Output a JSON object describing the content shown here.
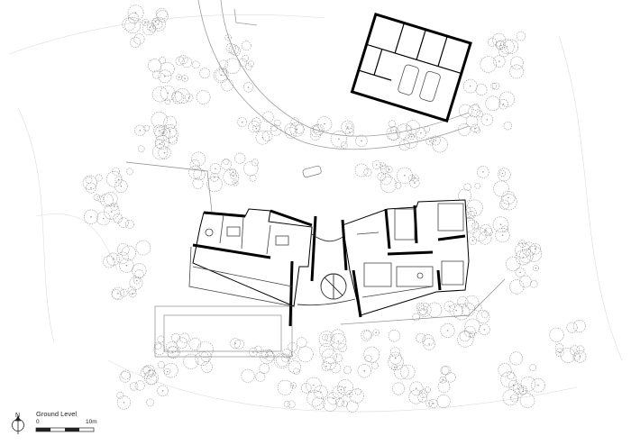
{
  "drawing": {
    "title": "Ground Level",
    "north_label": "N",
    "scale": {
      "start_label": "0",
      "end_label": "10m"
    }
  },
  "icons": {
    "north_arrow": "north-arrow-icon"
  },
  "colors": {
    "line": "#222222",
    "tree": "#9a9a9a",
    "wall": "#000000",
    "background": "#ffffff"
  }
}
